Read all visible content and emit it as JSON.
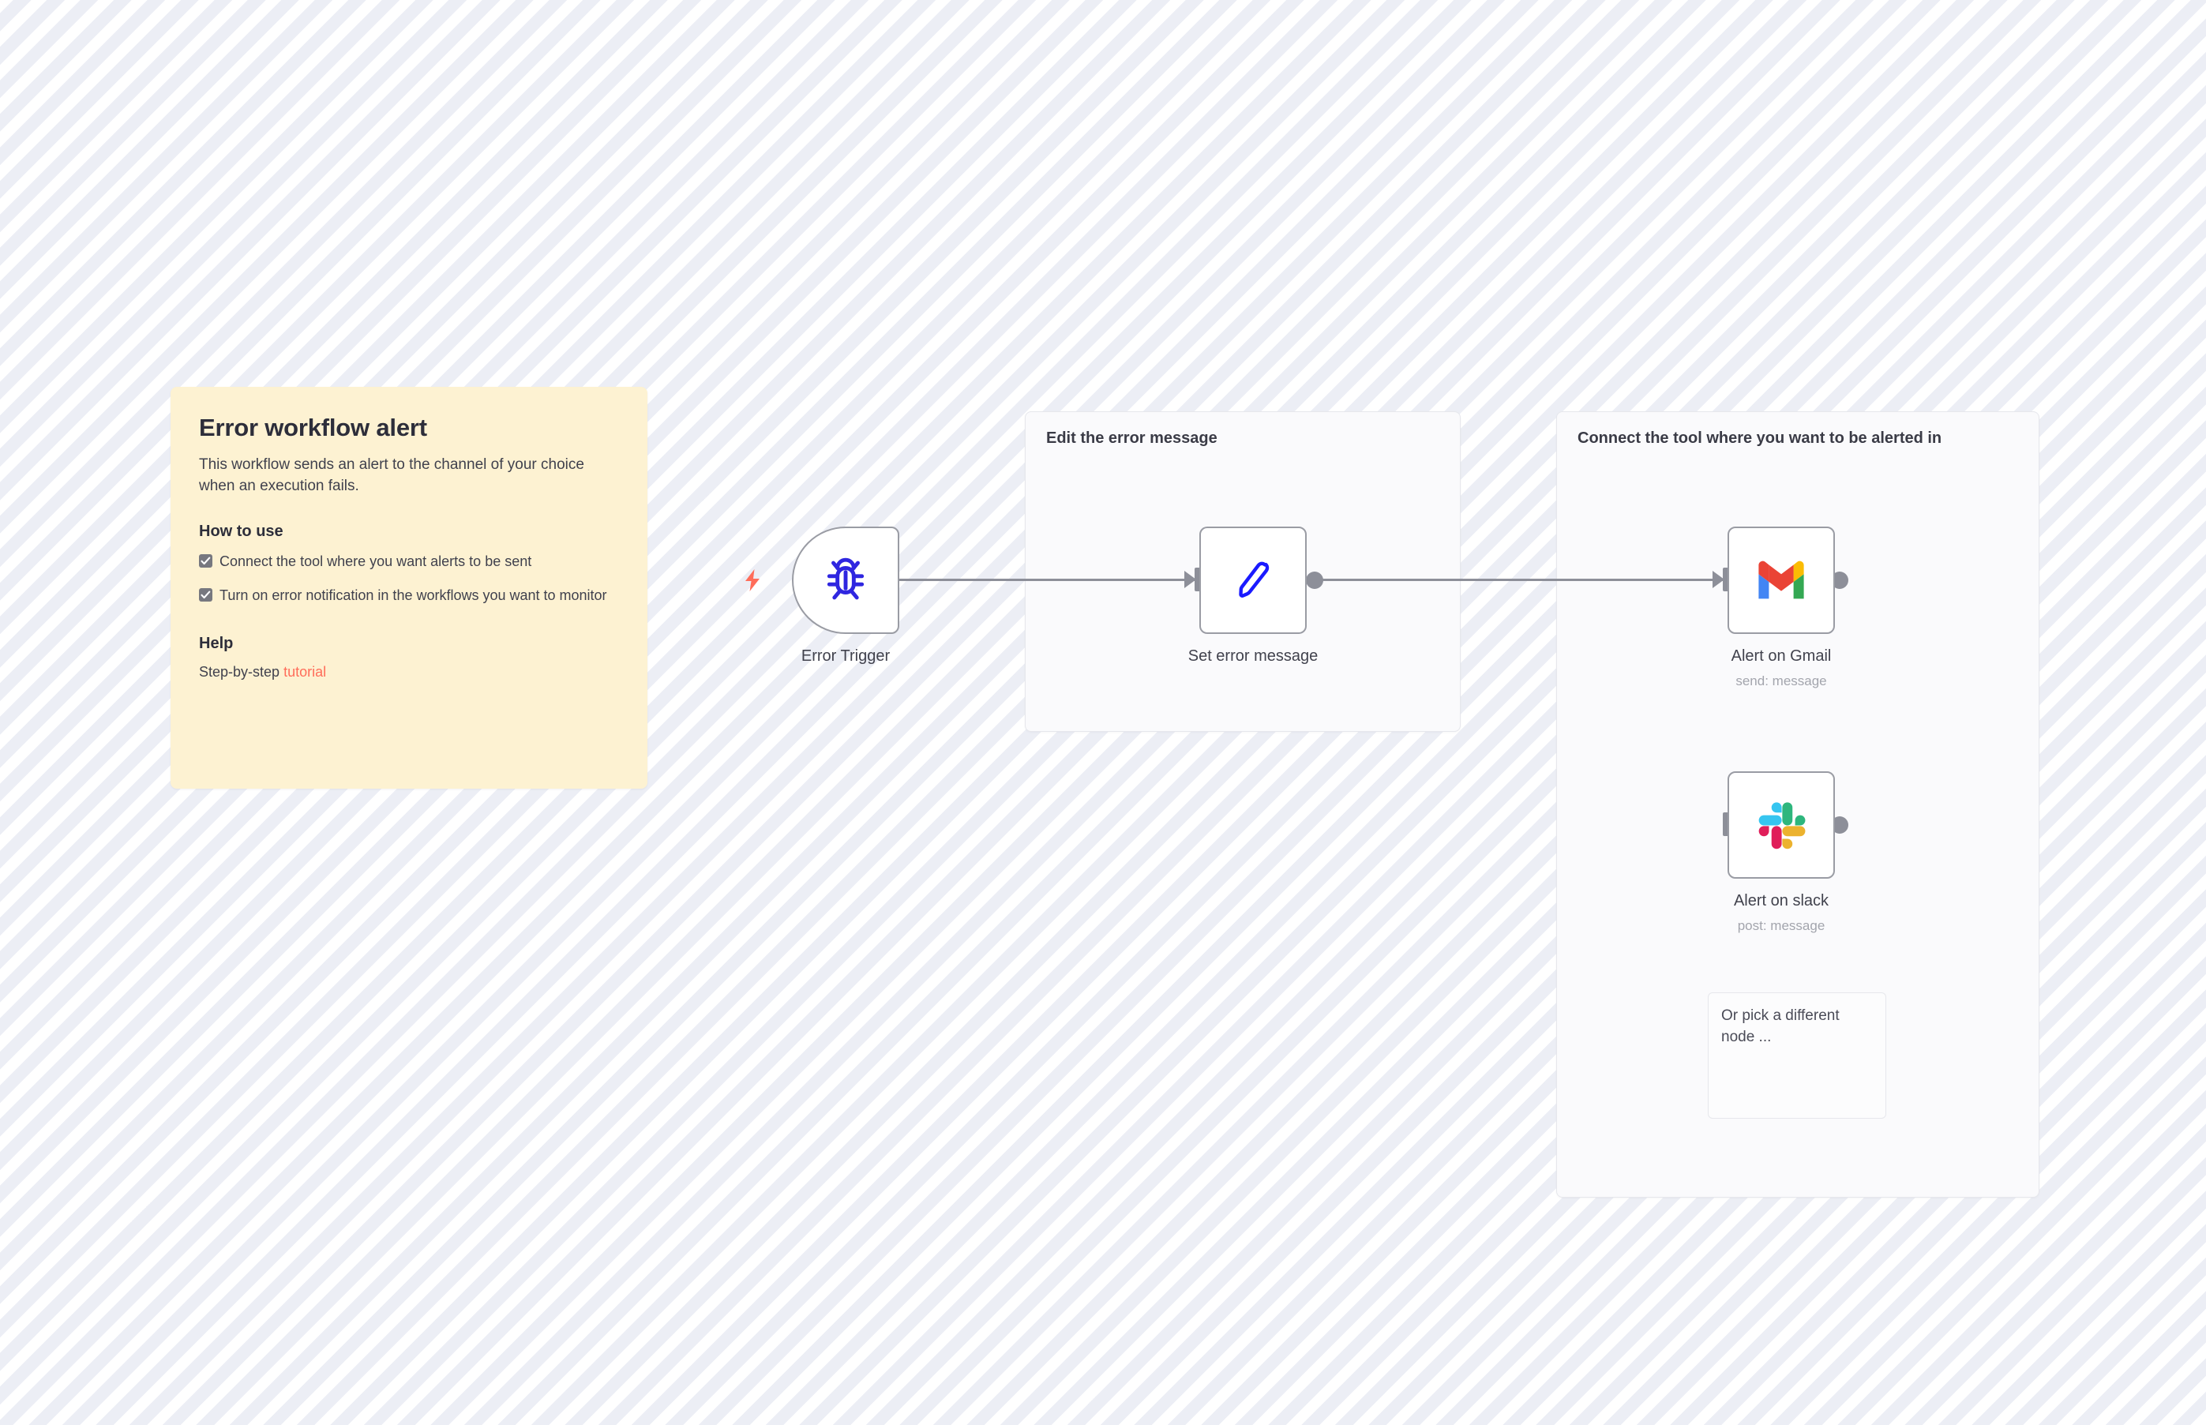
{
  "canvas": {
    "background_stripe_color": "#eceef5",
    "background_base_color": "#ffffff"
  },
  "sticky_notes": {
    "main": {
      "title": "Error workflow alert",
      "description": "This workflow sends an alert to the channel of your choice when an execution fails.",
      "how_to_use_heading": "How to use",
      "checklist": [
        "Connect the tool where you want alerts to be sent",
        "Turn on error notification in the workflows you want to monitor"
      ],
      "help_heading": "Help",
      "help_prefix": "Step-by-step ",
      "help_link": "tutorial",
      "background_color": "#fdf2d2",
      "link_color": "#ff6d5a"
    },
    "edit_error_message": {
      "title": "Edit the error message",
      "background_color": "#fafafc"
    },
    "connect_tool": {
      "title": "Connect the tool where you want to be alerted in",
      "background_color": "#fafafc"
    }
  },
  "nodes": [
    {
      "id": "error-trigger",
      "label": "Error Trigger",
      "sublabel": "",
      "icon": "bug-icon",
      "icon_color": "#2f26e0",
      "shape": "trigger",
      "has_trigger_bolt": true
    },
    {
      "id": "set-error-message",
      "label": "Set error message",
      "sublabel": "",
      "icon": "pencil-icon",
      "icon_color": "#1a1aff",
      "shape": "rect",
      "has_trigger_bolt": false
    },
    {
      "id": "alert-on-gmail",
      "label": "Alert on Gmail",
      "sublabel": "send: message",
      "icon": "gmail-icon",
      "icon_color": "#ea4335",
      "shape": "rect",
      "has_trigger_bolt": false
    },
    {
      "id": "alert-on-slack",
      "label": "Alert on slack",
      "sublabel": "post: message",
      "icon": "slack-icon",
      "icon_color": "#36c5f0",
      "shape": "rect",
      "has_trigger_bolt": false
    }
  ],
  "pick_node_placeholder": {
    "text": "Or pick a different node ..."
  },
  "connections": {
    "line_color": "#8d8f99"
  }
}
